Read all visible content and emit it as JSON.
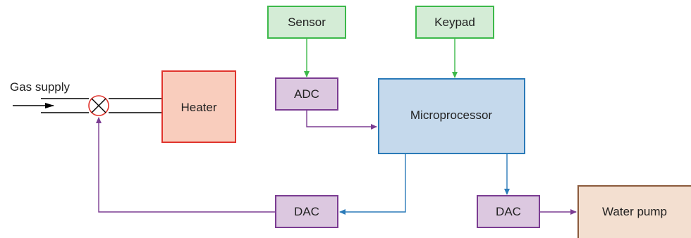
{
  "labels": {
    "gas_supply": "Gas supply",
    "heater": "Heater",
    "sensor": "Sensor",
    "keypad": "Keypad",
    "adc": "ADC",
    "microprocessor": "Microprocessor",
    "dac_left": "DAC",
    "dac_right": "DAC",
    "water_pump": "Water pump"
  },
  "colors": {
    "green_fill": "#d4ecd6",
    "green_stroke": "#3cb94a",
    "purple_fill": "#dcc8e0",
    "purple_stroke": "#7b3c92",
    "blue_fill": "#c5d9ec",
    "blue_stroke": "#2a7ab8",
    "heater_fill": "#f9cdbd",
    "heater_stroke": "#e0342d",
    "pump_fill": "#f3dfd0",
    "pump_stroke": "#8b5a3c",
    "line_black": "#000000"
  },
  "icons": {
    "valve": "valve-icon"
  }
}
